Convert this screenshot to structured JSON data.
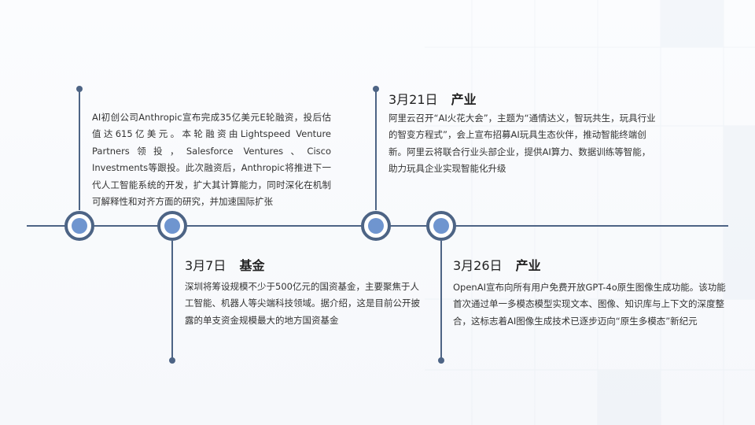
{
  "events": [
    {
      "date": "",
      "category": "",
      "text": "AI初创公司Anthropic宣布完成35亿美元E轮融资，投后估值达615亿美元。本轮融资由Lightspeed Venture Partners领投，Salesforce Ventures、Cisco Investments等跟投。此次融资后，Anthropic将推进下一代人工智能系统的开发，扩大其计算能力，同时深化在机制可解释性和对齐方面的研究，并加速国际扩张"
    },
    {
      "date": "3月7日",
      "category": "基金",
      "text": "深圳将筹设规模不少于500亿元的国资基金，主要聚焦于人工智能、机器人等尖端科技领域。据介绍，这是目前公开披露的单支资金规模最大的地方国资基金"
    },
    {
      "date": "3月21日",
      "category": "产业",
      "text": "阿里云召开“AI火花大会”，主题为“通情达义，智玩共生，玩具行业的智变方程式”，会上宣布招募AI玩具生态伙伴，推动智能终端创新。阿里云将联合行业头部企业，提供AI算力、数据训练等智能，助力玩具企业实现智能化升级"
    },
    {
      "date": "3月26日",
      "category": "产业",
      "text": "OpenAI宣布向所有用户免费开放GPT-4o原生图像生成功能。该功能首次通过单一多模态模型实现文本、图像、知识库与上下文的深度整合，这标志着AI图像生成技术已逐步迈向“原生多模态”新纪元"
    }
  ],
  "colors": {
    "line": "#4d6485",
    "node_fill": "#6f95cf",
    "text": "#333333"
  }
}
